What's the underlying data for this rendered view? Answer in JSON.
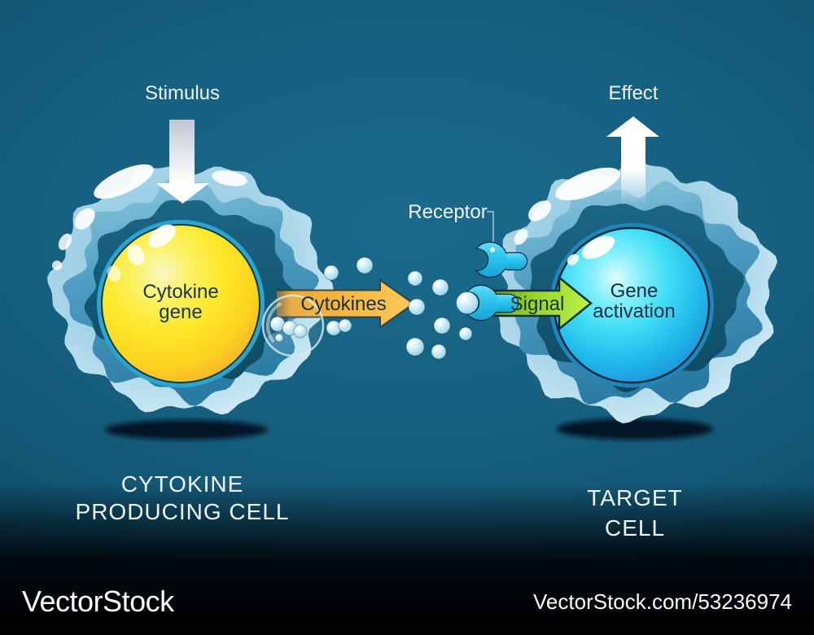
{
  "diagram": {
    "background_color": "#135d7e",
    "labels": {
      "stimulus": "Stimulus",
      "effect": "Effect",
      "receptor": "Receptor",
      "cytokines": "Cytokines",
      "signal": "Signal"
    },
    "producing_cell": {
      "name_line1": "CYTOKINE",
      "name_line2": "PRODUCING CELL",
      "nucleus_line1": "Cytokine",
      "nucleus_line2": "gene",
      "nucleus_color": "#fee629"
    },
    "target_cell": {
      "name_line1": "TARGET",
      "name_line2": "CELL",
      "nucleus_line1": "Gene",
      "nucleus_line2": "activation",
      "nucleus_color": "#2ed4f0"
    },
    "arrow_colors": {
      "cytokines_arrow": "#f6b23a",
      "signal_arrow": "#97d428",
      "stimulus_arrow": "#ffffff",
      "effect_arrow": "#ffffff"
    },
    "receptor_color": "#2fc6ee",
    "bubbles": [
      [
        407,
        335,
        9
      ],
      [
        448,
        326,
        10
      ],
      [
        510,
        342,
        9
      ],
      [
        541,
        353,
        10
      ],
      [
        512,
        377,
        10
      ],
      [
        543,
        400,
        10
      ],
      [
        572,
        410,
        8
      ],
      [
        510,
        426,
        11
      ],
      [
        539,
        432,
        9
      ],
      [
        410,
        403,
        9
      ],
      [
        424,
        400,
        8
      ],
      [
        341,
        398,
        9
      ],
      [
        356,
        403,
        9
      ],
      [
        369,
        407,
        8
      ],
      [
        343,
        415,
        5
      ],
      [
        574,
        372,
        13.5
      ]
    ]
  },
  "footer": {
    "logo": "VectorStock",
    "credit": "VectorStock.com/53236974"
  }
}
